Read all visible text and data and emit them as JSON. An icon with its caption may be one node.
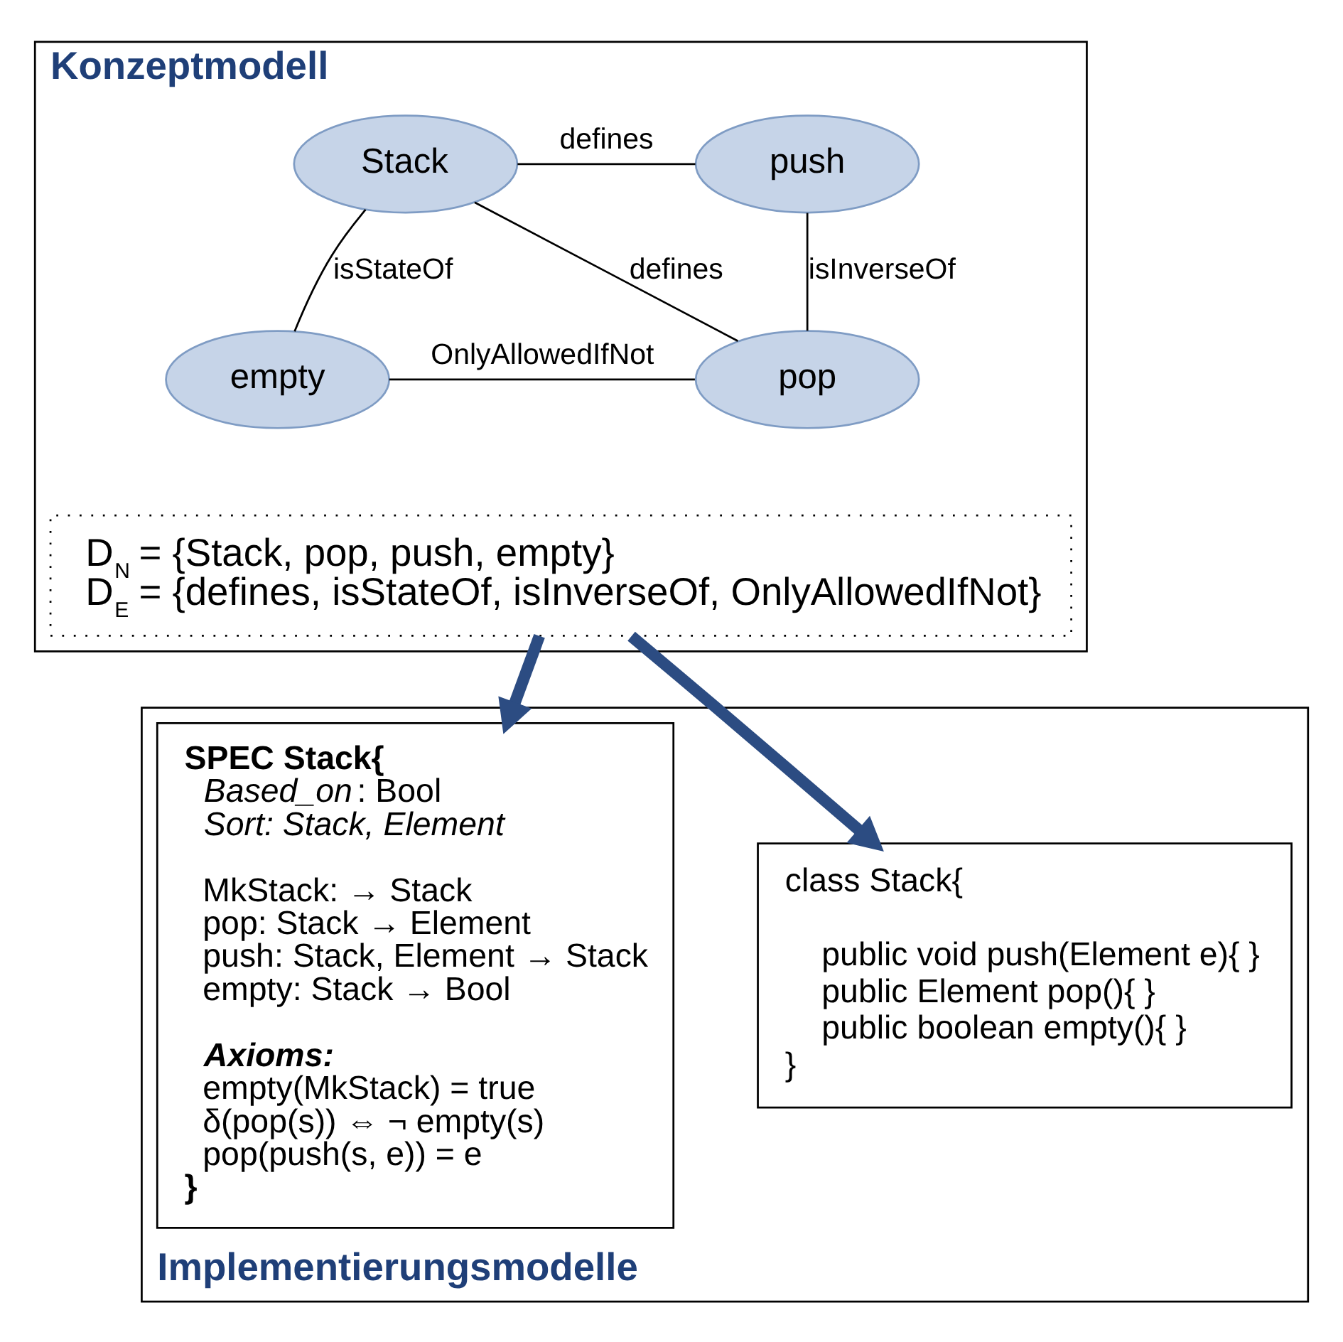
{
  "diagram": {
    "nodes": [
      {
        "text": [
          "Konzeptmodell"
        ]
      },
      {
        "text": [
          "Stack"
        ],
        "in": 0
      },
      {
        "text": [
          "push"
        ],
        "in": 0
      },
      {
        "text": [
          "pop"
        ],
        "in": 0
      },
      {
        "text": [
          "empty"
        ],
        "in": 0
      },
      {
        "text": [
          "D$_{N}$ = {Stack, pop, push, empty}",
          "D$_{E}$ = {defines, isStateOf, isInverseOf, OnlyAllowedIfNot}"
        ],
        "in": 0
      },
      {
        "text": [
          "Implementierungsmodelle"
        ]
      },
      {
        "text": [
          "SPEC Stack{",
          "*Based_on*: Bool",
          "Sort: Stack, Element",
          "MkStack: → Stack",
          "pop: Stack → Element",
          "push: Stack, Element → Stack",
          "empty: Stack → Bool",
          "Axioms:",
          "empty(MkStack) = true",
          "δ(pop(s)) ⇔ ¬ empty(s)",
          "pop(push(s, e)) = e",
          "}"
        ],
        "in": 6
      },
      {
        "text": [
          "class Stack{",
          "public void push(Element e){ }",
          "public Element pop(){ }",
          "public boolean empty(){ }",
          "}"
        ],
        "in": 6
      }
    ],
    "edges": [
      {
        "from": 1,
        "to": 2,
        "arrow": "none",
        "label": "defines"
      },
      {
        "from": 2,
        "to": 3,
        "arrow": "none",
        "label": "isInverseOf"
      },
      {
        "from": 1,
        "to": 3,
        "arrow": "none",
        "label": "defines"
      },
      {
        "from": 1,
        "to": 4,
        "arrow": "none",
        "label": "isStateOf"
      },
      {
        "from": 4,
        "to": 3,
        "arrow": "none",
        "label": "OnlyAllowedIfNot"
      },
      {
        "from": 5,
        "to": 7,
        "arrow": "to",
        "style": "thick",
        "color": "#2c4c82"
      },
      {
        "from": 5,
        "to": 8,
        "arrow": "to",
        "style": "thick",
        "color": "#2c4c82"
      }
    ]
  }
}
